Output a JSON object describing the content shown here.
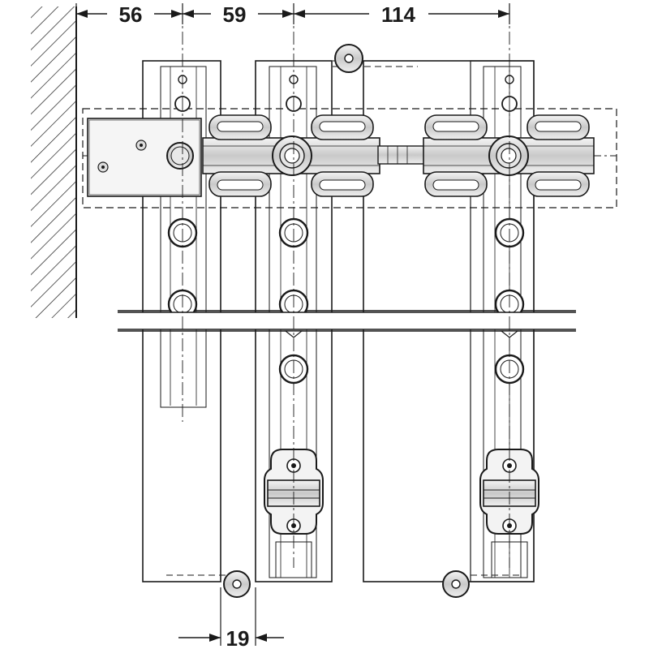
{
  "dimensions": {
    "top": [
      {
        "id": "dim-56",
        "label": "56"
      },
      {
        "id": "dim-59",
        "label": "59"
      },
      {
        "id": "dim-114",
        "label": "114"
      }
    ],
    "bottom": [
      {
        "id": "dim-19",
        "label": "19"
      }
    ]
  },
  "colors": {
    "line": "#1a1a1a",
    "panel_fill": "#ffffff",
    "metal_light": "#eeeeee",
    "metal_mid": "#cfcfcf",
    "metal_dark": "#8a8a8a"
  }
}
